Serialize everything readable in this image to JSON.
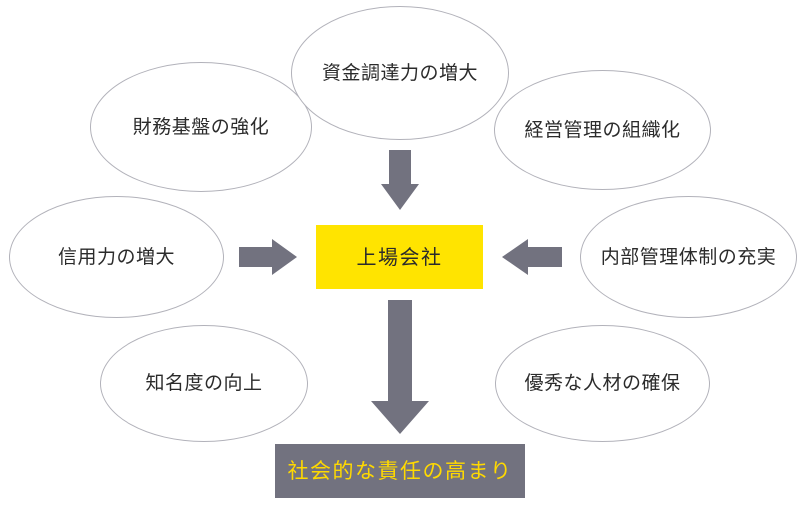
{
  "diagram": {
    "center": {
      "label": "上場会社",
      "fill": "#ffe400",
      "text_color": "#2b2b2b"
    },
    "outcome": {
      "label": "社会的な責任の高まり",
      "fill": "#72727f",
      "text_color": "#ffd900"
    },
    "benefits": [
      {
        "label": "資金調達力の増大",
        "position": "top-center"
      },
      {
        "label": "財務基盤の強化",
        "position": "top-left"
      },
      {
        "label": "経営管理の組織化",
        "position": "top-right"
      },
      {
        "label": "信用力の増大",
        "position": "middle-left"
      },
      {
        "label": "内部管理体制の充実",
        "position": "middle-right"
      },
      {
        "label": "知名度の向上",
        "position": "bottom-left"
      },
      {
        "label": "優秀な人材の確保",
        "position": "bottom-right"
      }
    ],
    "arrows": [
      {
        "name": "arrow-down-to-center",
        "direction": "down",
        "color": "#72727f"
      },
      {
        "name": "arrow-right-to-center",
        "direction": "right",
        "color": "#72727f"
      },
      {
        "name": "arrow-left-to-center",
        "direction": "left",
        "color": "#72727f"
      },
      {
        "name": "arrow-down-to-outcome",
        "direction": "down",
        "color": "#72727f"
      }
    ],
    "ellipse_stroke": "#b2b2ba"
  }
}
